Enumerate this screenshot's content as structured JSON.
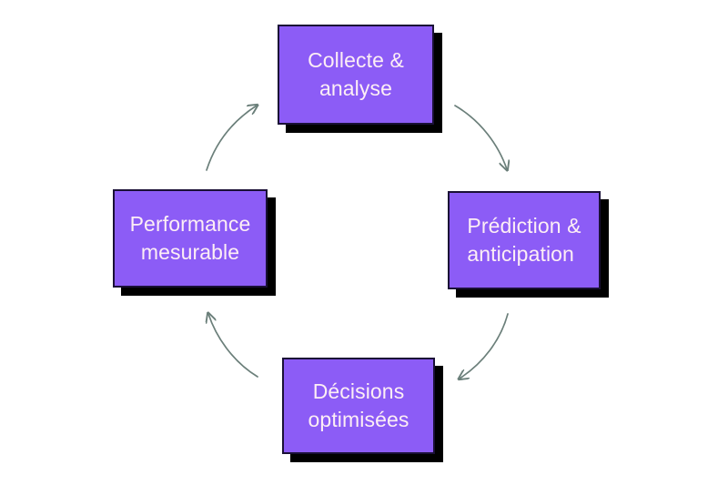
{
  "diagram": {
    "type": "cycle",
    "direction": "clockwise",
    "background_color": "#ffffff",
    "node_fill_color": "#8c5cf6",
    "node_border_color": "#1a1036",
    "node_shadow_color": "#000000",
    "node_text_color": "#fdeef5",
    "arrow_color": "#6b7f7a",
    "nodes": [
      {
        "id": "collecte",
        "label": "Collecte &\nanalyse",
        "position": "top"
      },
      {
        "id": "prediction",
        "label": "Prédiction &\nanticipation",
        "position": "right"
      },
      {
        "id": "decisions",
        "label": "Décisions\noptimisées",
        "position": "bottom"
      },
      {
        "id": "performance",
        "label": "Performance\nmesurable",
        "position": "left"
      }
    ],
    "arrows": [
      {
        "id": "collecte-to-prediction",
        "from": "collecte",
        "to": "prediction"
      },
      {
        "id": "prediction-to-decisions",
        "from": "prediction",
        "to": "decisions"
      },
      {
        "id": "decisions-to-performance",
        "from": "decisions",
        "to": "performance"
      },
      {
        "id": "performance-to-collecte",
        "from": "performance",
        "to": "collecte"
      }
    ]
  }
}
